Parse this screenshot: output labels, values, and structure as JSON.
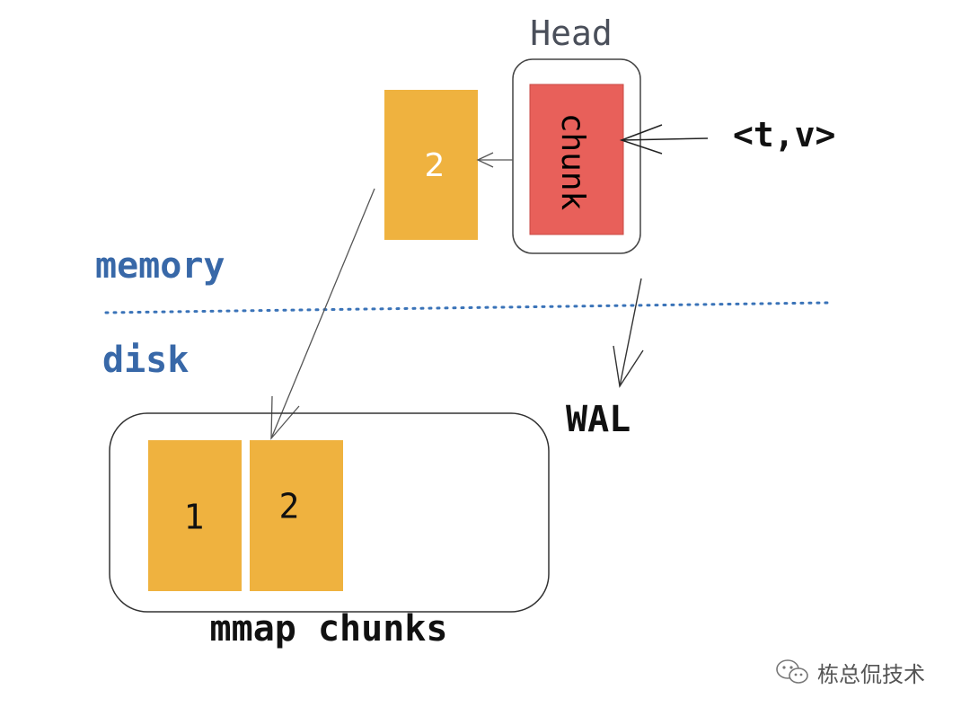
{
  "labels": {
    "head": "Head",
    "chunk": "chunk",
    "memory_chunk_number": "2",
    "sample_input": "<t,v>",
    "memory": "memory",
    "disk": "disk",
    "wal": "WAL",
    "mmap_chunk_1": "1",
    "mmap_chunk_2": "2",
    "mmap_chunks": "mmap chunks"
  },
  "watermark": {
    "icon": "wechat-icon",
    "text": "栋总侃技术"
  },
  "colors": {
    "chunk_orange": "#EFB23F",
    "head_chunk_red": "#E8605A",
    "memory_disk_label": "#3868A8",
    "divider_dots": "#3A73B8",
    "head_label": "#4A4F5A"
  }
}
